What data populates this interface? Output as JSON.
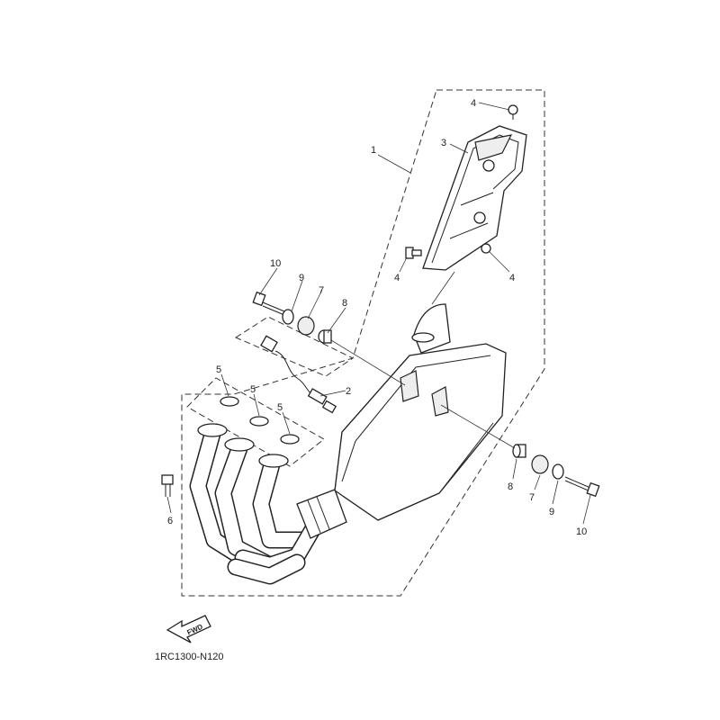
{
  "labels": {
    "l1": "1",
    "l2": "2",
    "l3": "3",
    "l4a": "4",
    "l4b": "4",
    "l4c": "4",
    "l5a": "5",
    "l5b": "5",
    "l5c": "5",
    "l6": "6",
    "l7a": "7",
    "l7b": "7",
    "l8a": "8",
    "l8b": "8",
    "l9a": "9",
    "l9b": "9",
    "l10a": "10",
    "l10b": "10"
  },
  "fwd_label": "FWD",
  "diagram_code": "1RC1300-N120"
}
